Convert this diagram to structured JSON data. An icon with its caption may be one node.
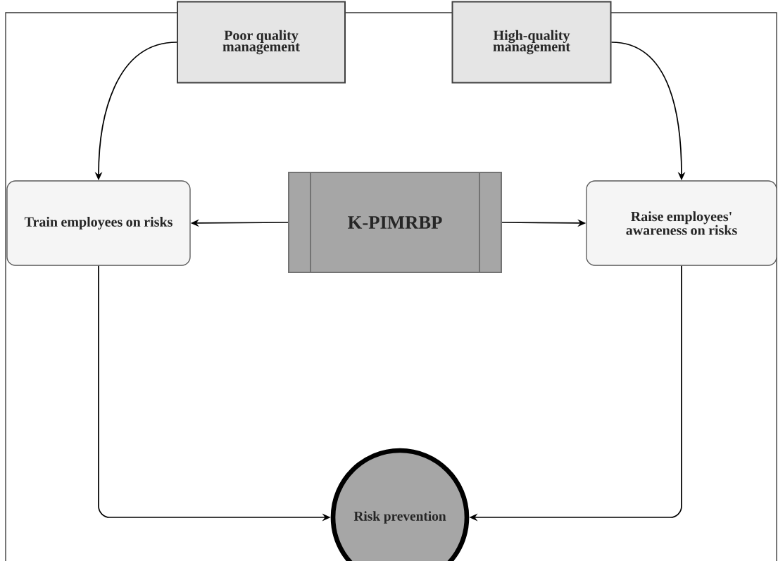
{
  "diagram": {
    "nodes": [
      {
        "text": [
          "Poor quality management"
        ]
      },
      {
        "text": [
          "High-quality management"
        ]
      },
      {
        "text": [
          "K-PIMRBP"
        ]
      },
      {
        "text": [
          "Train employees on risks"
        ]
      },
      {
        "text": [
          "Raise employees' awareness on risks"
        ]
      },
      {
        "text": [
          "Risk prevention"
        ]
      }
    ],
    "edges": [
      {
        "from": 0,
        "to": 3,
        "arrow": "to"
      },
      {
        "from": 1,
        "to": 4,
        "arrow": "to"
      },
      {
        "from": 2,
        "to": 3,
        "arrow": "to"
      },
      {
        "from": 2,
        "to": 4,
        "arrow": "to"
      },
      {
        "from": 3,
        "to": 5,
        "arrow": "to"
      },
      {
        "from": 4,
        "to": 5,
        "arrow": "to"
      }
    ]
  }
}
